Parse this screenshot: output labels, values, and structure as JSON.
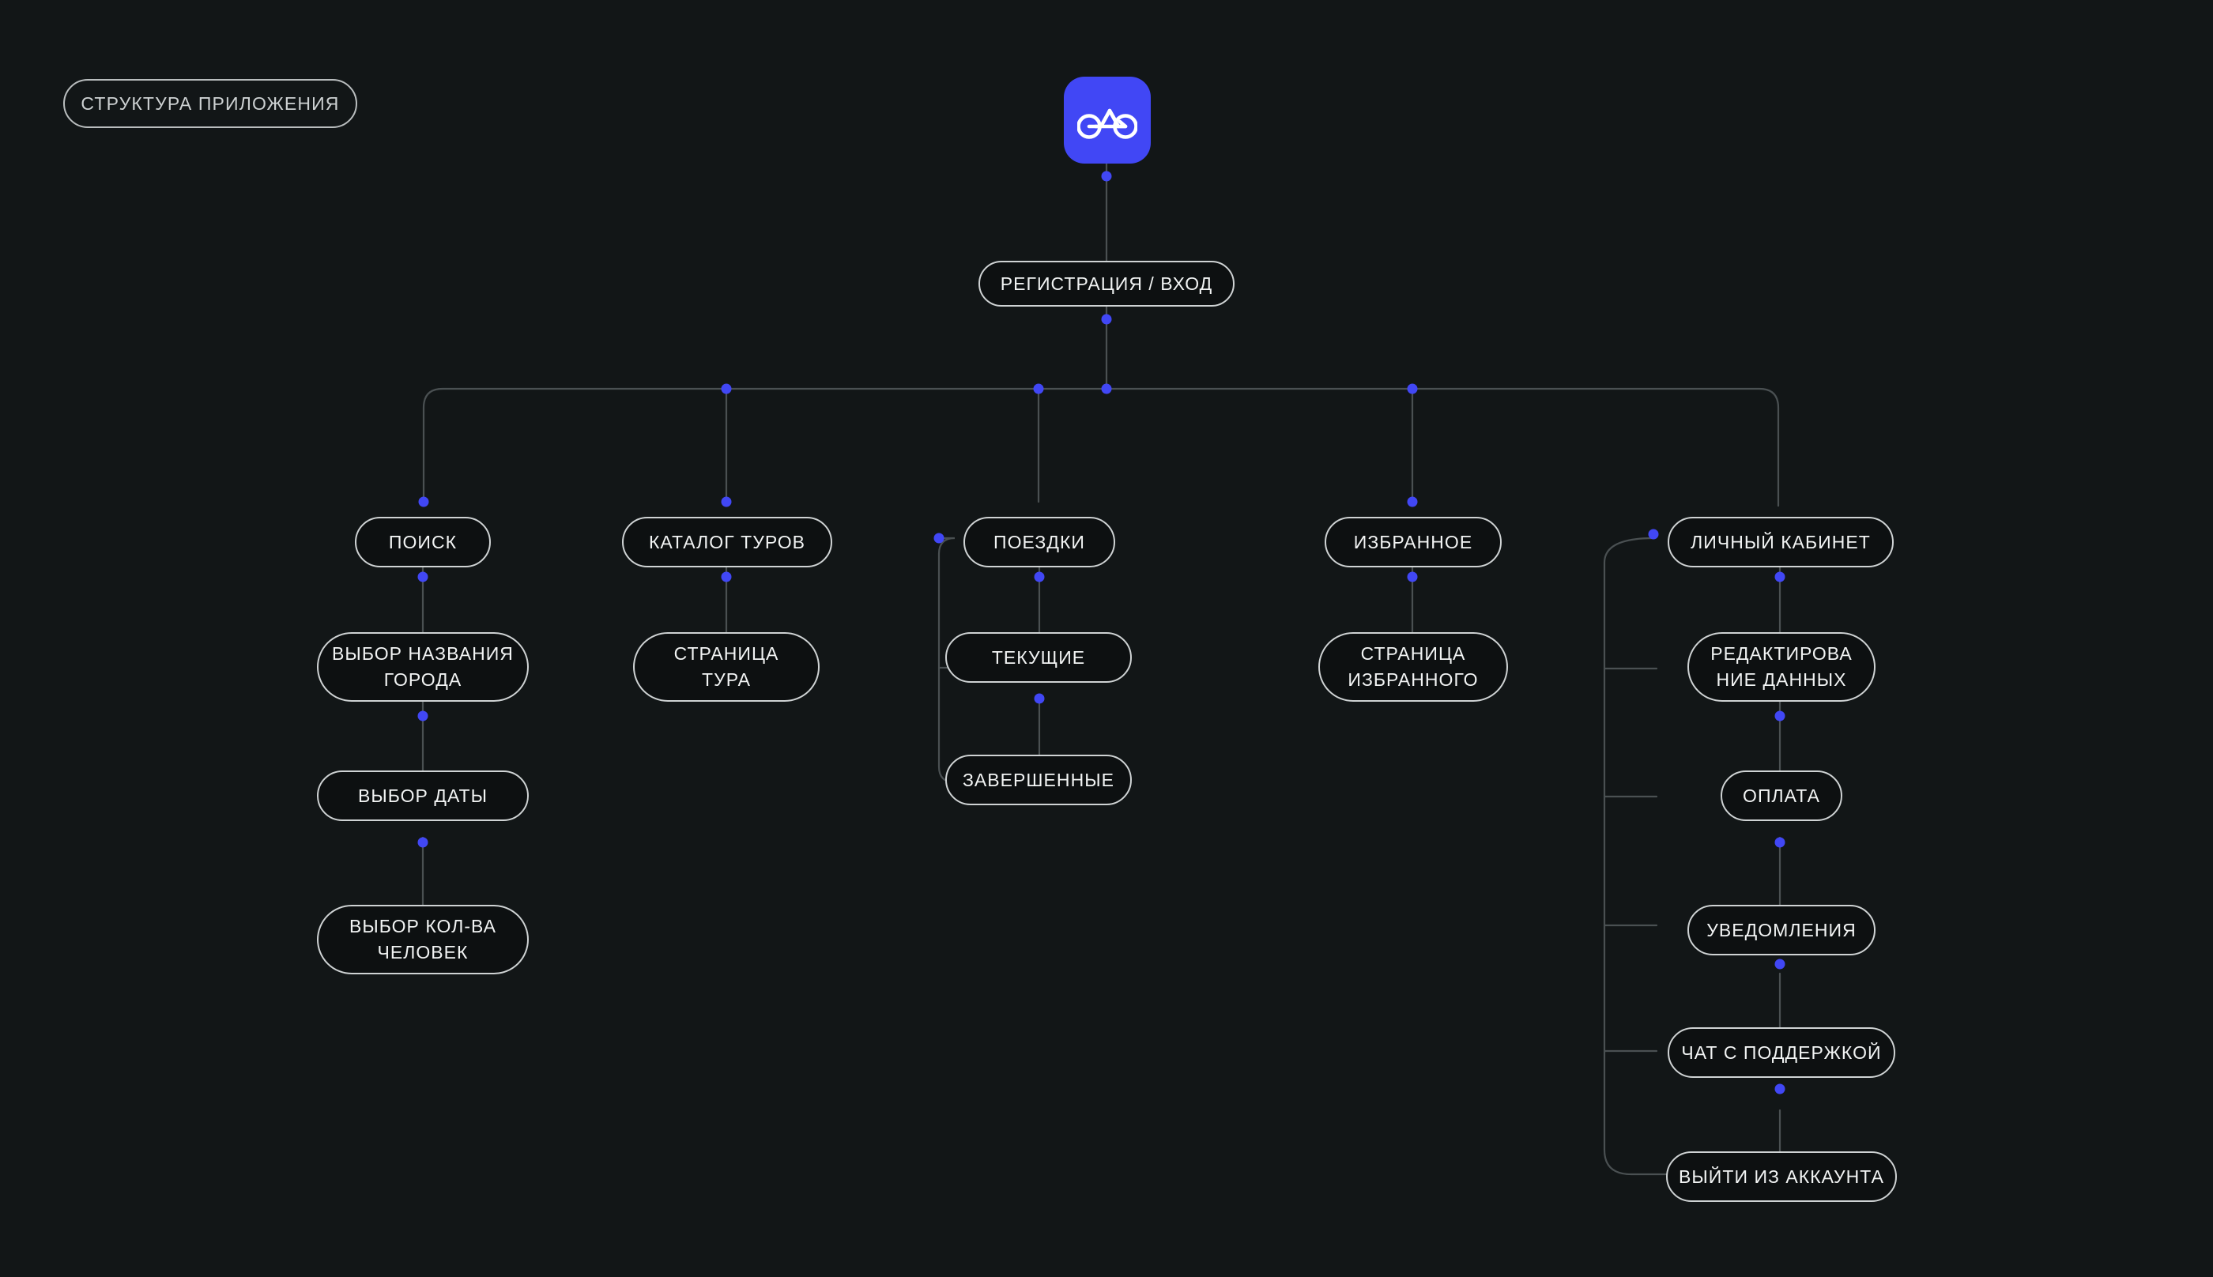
{
  "page": {
    "background_color": "#121617",
    "accent_color": "#4147f5",
    "node_border_color": "#cfd3d4",
    "node_fill_color": "#0d1011",
    "wire_color": "#4a5052",
    "text_color": "#f2f4f4"
  },
  "title": {
    "label": "СТРУКТУРА ПРИЛОЖЕНИЯ"
  },
  "app_icon": {
    "name": "bicycle-mountains-icon",
    "background_color": "#4147f5",
    "glyph_color": "#ffffff"
  },
  "root": {
    "label": "РЕГИСТРАЦИЯ / ВХОД"
  },
  "branches": [
    {
      "id": "search",
      "label": "ПОИСК",
      "children": [
        {
          "id": "city",
          "label": "ВЫБОР НАЗВАНИЯ\nГОРОДА"
        },
        {
          "id": "date",
          "label": "ВЫБОР ДАТЫ"
        },
        {
          "id": "people",
          "label": "ВЫБОР КОЛ-ВА\nЧЕЛОВЕК"
        }
      ]
    },
    {
      "id": "tours",
      "label": "КАТАЛОГ ТУРОВ",
      "children": [
        {
          "id": "tour-page",
          "label": "СТРАНИЦА\nТУРА"
        }
      ]
    },
    {
      "id": "trips",
      "label": "ПОЕЗДКИ",
      "children": [
        {
          "id": "current",
          "label": "ТЕКУЩИЕ"
        },
        {
          "id": "finished",
          "label": "ЗАВЕРШЕННЫЕ"
        }
      ]
    },
    {
      "id": "favorites",
      "label": "ИЗБРАННОЕ",
      "children": [
        {
          "id": "favorites-page",
          "label": "СТРАНИЦА\nИЗБРАННОГО"
        }
      ]
    },
    {
      "id": "account",
      "label": "ЛИЧНЫЙ КАБИНЕТ",
      "children": [
        {
          "id": "edit-data",
          "label": "РЕДАКТИРОВА\nНИЕ ДАННЫХ"
        },
        {
          "id": "payment",
          "label": "ОПЛАТА"
        },
        {
          "id": "notifications",
          "label": "УВЕДОМЛЕНИЯ"
        },
        {
          "id": "support-chat",
          "label": "ЧАТ С ПОДДЕРЖКОЙ"
        },
        {
          "id": "logout",
          "label": "ВЫЙТИ ИЗ АККАУНТА"
        }
      ]
    }
  ]
}
